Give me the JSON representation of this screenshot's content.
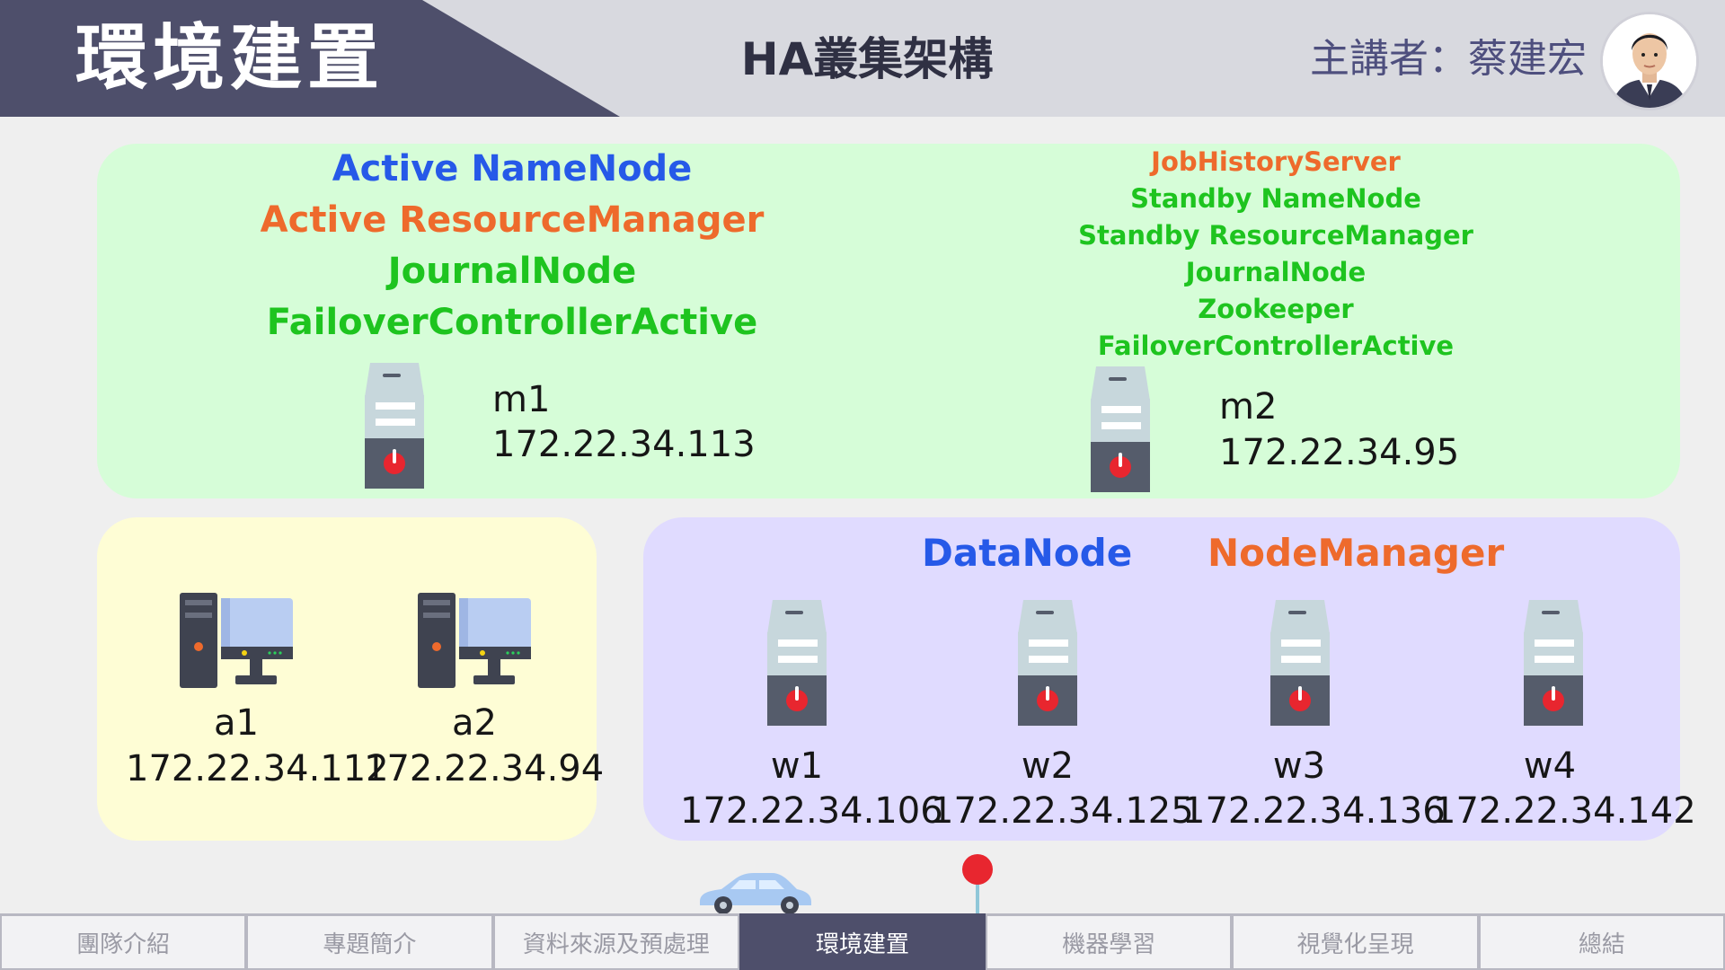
{
  "header": {
    "section_title": "環境建置",
    "topic_title": "HA叢集架構",
    "presenter": "主講者：蔡建宏",
    "avatar_icon": "presenter-photo"
  },
  "master_panel": {
    "m1": {
      "services": [
        {
          "label": "Active NameNode",
          "color": "#2659e8"
        },
        {
          "label": "Active ResourceManager",
          "color": "#ee6a2c"
        },
        {
          "label": "JournalNode",
          "color": "#1ec41f"
        },
        {
          "label": "FailoverControllerActive",
          "color": "#1ec41f"
        }
      ],
      "name": "m1",
      "ip": "172.22.34.113"
    },
    "m2": {
      "services": [
        {
          "label": "JobHistoryServer",
          "color": "#ee6a2c"
        },
        {
          "label": "Standby NameNode",
          "color": "#1ec41f"
        },
        {
          "label": "Standby ResourceManager",
          "color": "#1ec41f"
        },
        {
          "label": "JournalNode",
          "color": "#1ec41f"
        },
        {
          "label": "Zookeeper",
          "color": "#1ec41f"
        },
        {
          "label": "FailoverControllerActive",
          "color": "#1ec41f"
        }
      ],
      "name": "m2",
      "ip": "172.22.34.95"
    }
  },
  "client_panel": {
    "nodes": [
      {
        "name": "a1",
        "ip": "172.22.34.112"
      },
      {
        "name": "a2",
        "ip": "172.22.34.94"
      }
    ]
  },
  "worker_panel": {
    "legend": {
      "datanode": "DataNode",
      "nodemanager": "NodeManager",
      "datanode_color": "#2659e8",
      "nodemanager_color": "#ee6a2c"
    },
    "nodes": [
      {
        "name": "w1",
        "ip": "172.22.34.106"
      },
      {
        "name": "w2",
        "ip": "172.22.34.125"
      },
      {
        "name": "w3",
        "ip": "172.22.34.136"
      },
      {
        "name": "w4",
        "ip": "172.22.34.142"
      }
    ]
  },
  "footer": {
    "tabs": [
      {
        "label": "團隊介紹",
        "active": false
      },
      {
        "label": "專題簡介",
        "active": false
      },
      {
        "label": "資料來源及預處理",
        "active": false
      },
      {
        "label": "環境建置",
        "active": true
      },
      {
        "label": "機器學習",
        "active": false
      },
      {
        "label": "視覺化呈現",
        "active": false
      },
      {
        "label": "總結",
        "active": false
      }
    ],
    "progress_icons": [
      "car-icon",
      "location-marker-icon"
    ]
  },
  "colors": {
    "header_band": "#4e4f6b",
    "master_panel_bg": "#d6fdd8",
    "client_panel_bg": "#fefdd5",
    "worker_panel_bg": "#e0dbff"
  }
}
